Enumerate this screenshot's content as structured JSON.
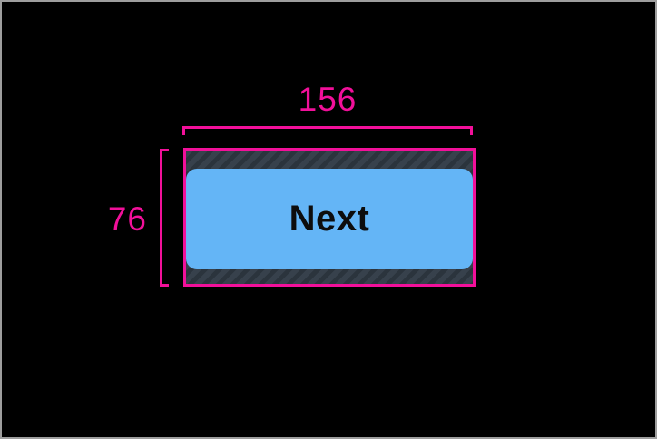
{
  "theme": {
    "accent": "#F2109A",
    "canvas-bg": "#000000",
    "canvas-border": "#9E9E9E",
    "button-fill": "#64B5F6",
    "button-text": "#0D0D0D",
    "hatch-base": "#37414C",
    "hatch-stripe": "#2B343D"
  },
  "measurements": {
    "width": "156",
    "height": "76"
  },
  "button": {
    "label": "Next"
  }
}
